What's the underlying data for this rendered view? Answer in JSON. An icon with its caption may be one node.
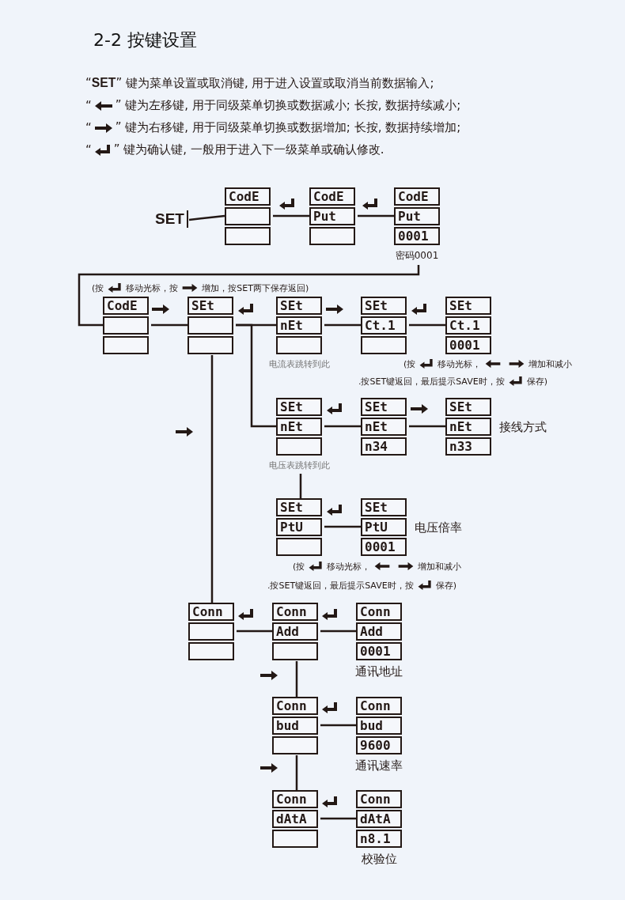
{
  "diagram": {
    "title": "2-2 按键设置",
    "nodes": [
      {
        "text": [
          "SET"
        ]
      },
      {
        "text": [
          "CodE"
        ]
      },
      {
        "text": [
          "CodE",
          "Put"
        ]
      },
      {
        "text": [
          "CodE",
          "Put",
          "0001"
        ],
        "beside": [
          "密码0001"
        ]
      },
      {
        "text": [
          "CodE"
        ]
      },
      {
        "text": [
          "SEt"
        ]
      },
      {
        "text": [
          "SEt",
          "nEt"
        ],
        "beside": [
          "电流表跳转到此"
        ]
      },
      {
        "text": [
          "SEt",
          "Ct.1"
        ]
      },
      {
        "text": [
          "SEt",
          "Ct.1",
          "0001"
        ]
      },
      {
        "text": [
          "SEt",
          "nEt"
        ],
        "beside": [
          "电压表跳转到此"
        ]
      },
      {
        "text": [
          "SEt",
          "nEt",
          "n34"
        ]
      },
      {
        "text": [
          "SEt",
          "nEt",
          "n33"
        ],
        "beside": [
          "接线方式"
        ]
      },
      {
        "text": [
          "SEt",
          "PtU"
        ]
      },
      {
        "text": [
          "SEt",
          "PtU",
          "0001"
        ],
        "beside": [
          "电压倍率"
        ]
      },
      {
        "text": [
          "Conn"
        ]
      },
      {
        "text": [
          "Conn",
          "Add"
        ]
      },
      {
        "text": [
          "Conn",
          "Add",
          "0001"
        ],
        "beside": [
          "通讯地址"
        ]
      },
      {
        "text": [
          "Conn",
          "bud"
        ]
      },
      {
        "text": [
          "Conn",
          "bud",
          "9600"
        ],
        "beside": [
          "通讯速率"
        ]
      },
      {
        "text": [
          "Conn",
          "dAtA"
        ]
      },
      {
        "text": [
          "Conn",
          "dAtA",
          "n8.1"
        ],
        "beside": [
          "校验位"
        ]
      }
    ],
    "edges": [
      {
        "from": 0,
        "to": 1,
        "arrow": "none"
      },
      {
        "from": 1,
        "to": 2,
        "arrow": "none"
      },
      {
        "from": 2,
        "to": 3,
        "arrow": "none"
      },
      {
        "from": 3,
        "to": 4,
        "arrow": "none"
      },
      {
        "from": 4,
        "to": 5,
        "arrow": "none"
      },
      {
        "from": 5,
        "to": 6,
        "arrow": "none"
      },
      {
        "from": 6,
        "to": 7,
        "arrow": "none"
      },
      {
        "from": 7,
        "to": 8,
        "arrow": "none"
      },
      {
        "from": 5,
        "to": 9,
        "arrow": "none"
      },
      {
        "from": 9,
        "to": 10,
        "arrow": "none"
      },
      {
        "from": 10,
        "to": 11,
        "arrow": "none"
      },
      {
        "from": 9,
        "to": 12,
        "arrow": "none"
      },
      {
        "from": 12,
        "to": 13,
        "arrow": "none"
      },
      {
        "from": 5,
        "to": 14,
        "arrow": "none"
      },
      {
        "from": 14,
        "to": 15,
        "arrow": "none"
      },
      {
        "from": 15,
        "to": 16,
        "arrow": "none"
      },
      {
        "from": 15,
        "to": 17,
        "arrow": "none"
      },
      {
        "from": 17,
        "to": 18,
        "arrow": "none"
      },
      {
        "from": 17,
        "to": 19,
        "arrow": "none"
      },
      {
        "from": 19,
        "to": 20,
        "arrow": "none"
      }
    ],
    "labels": [
      "“**SET**” 键为菜单设置或取消键, 用于进入设置或取消当前数据输入;",
      "“",
      "” 键为左移键, 用于同级菜单切换或数据减小; 长按, 数据持续减小;",
      "“",
      "” 键为右移键, 用于同级菜单切换或数据增加; 长按, 数据持续增加;",
      "“",
      "” 键为确认键, 一般用于进入下一级菜单或确认修改.",
      "(按",
      "移动光标，按",
      "增加，按SET两下保存返回)",
      "(按",
      "移动光标，",
      "增加和减小",
      ".按SET键返回，最后提示SAVE时，按",
      "保存)",
      "(按",
      "移动光标，",
      "增加和减小",
      ".按SET键返回，最后提示SAVE时，按",
      "保存)"
    ]
  }
}
